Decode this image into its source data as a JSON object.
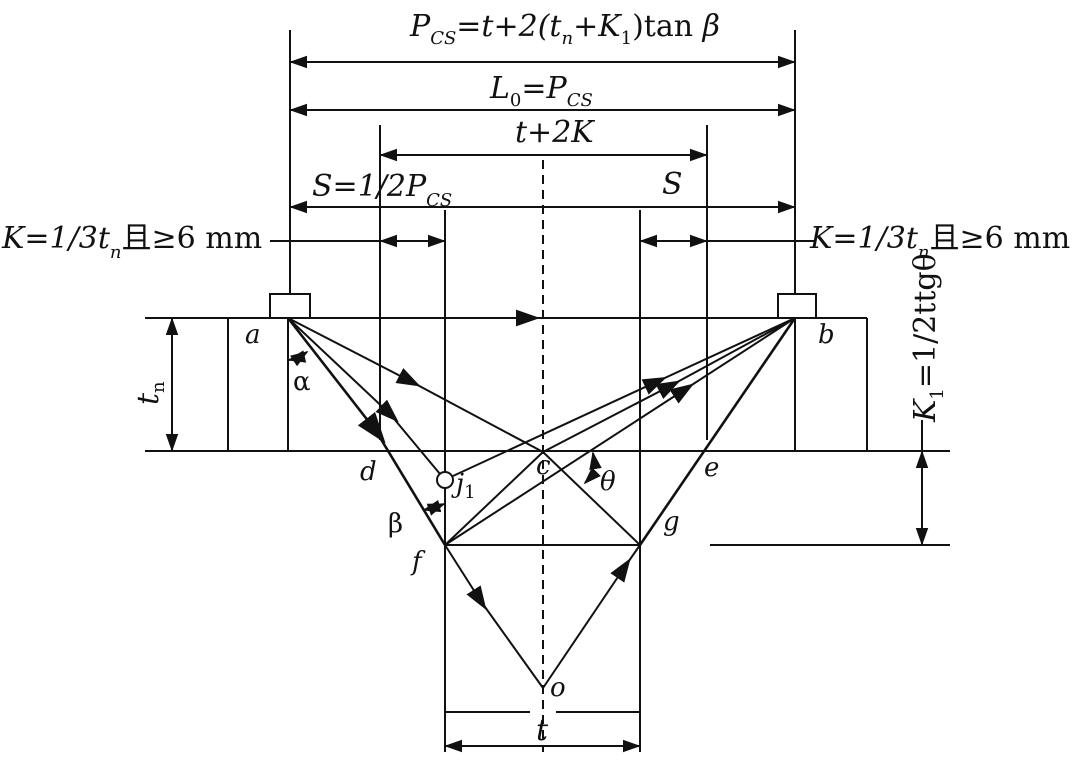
{
  "formulas": {
    "pcs": {
      "p1": "P",
      "s1": "CS",
      "p2": "=t+2(t",
      "s2": "n",
      "p3": "+K",
      "s3": "1",
      "p4": ")tan",
      "p5": "β"
    },
    "l0": {
      "p1": "L",
      "s1": "0",
      "p2": "=P",
      "s2": "CS"
    },
    "t2k": {
      "p1": "t+2K"
    },
    "s_half": {
      "p1": "S=1/2P",
      "s1": "CS"
    },
    "s_right": {
      "p1": "S"
    },
    "k_left": {
      "p1": "K=1/3t",
      "s1": "n",
      "p2": "且≥6 mm"
    },
    "k_right": {
      "p1": "K=1/3t",
      "s1": "n",
      "p2": "且≥6 mm"
    },
    "k1": {
      "p1": "K",
      "s1": "1",
      "p2": "=1/2ttgθ"
    },
    "tn": {
      "p1": "t",
      "s1": "n"
    },
    "t_width": {
      "p1": "t"
    }
  },
  "points": {
    "a": "a",
    "b": "b",
    "c": "c",
    "d": "d",
    "e": "e",
    "f": "f",
    "g": "g",
    "o": "o",
    "j": "j",
    "j_sub": "1"
  },
  "angles": {
    "alpha": "α",
    "beta": "β",
    "theta": "θ"
  }
}
